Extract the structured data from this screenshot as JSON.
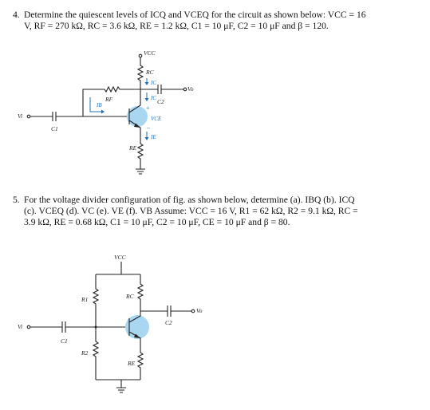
{
  "q4": {
    "number": "4.",
    "line1": "Determine the quiescent levels of ICQ and VCEQ for the circuit as shown below: VCC = 16",
    "line2": "V, RF = 270 kΩ, RC = 3.6 kΩ, RE = 1.2 kΩ, C1 = 10 μF, C2 = 10 μF and β = 120."
  },
  "q5": {
    "number": "5.",
    "line1": "For the voltage divider configuration of fig. as shown below, determine (a). IBQ (b). ICQ",
    "line2": "(c). VCEQ (d). VC (e). VE (f). VB Assume: VCC = 16 V, R1 = 62 kΩ, R2 = 9.1 kΩ, RC =",
    "line3": "3.9 kΩ, RE = 0.68 kΩ, C1 = 10 μF, C2 = 10 μF, CE = 10 μF and β = 80."
  },
  "circuit1": {
    "vcc": "VCC",
    "rc": "RC",
    "rf": "RF",
    "re": "RE",
    "c1": "C1",
    "c2": "C2",
    "vi": "Vi",
    "vo": "Vo",
    "ic_top": "IC",
    "ic": "IC",
    "ib": "IB",
    "ie": "IE",
    "vce": "VCE",
    "plus": "+",
    "minus": "–"
  },
  "circuit2": {
    "vcc": "VCC",
    "r1": "R1",
    "r2": "R2",
    "rc": "RC",
    "re": "RE",
    "c1": "C1",
    "c2": "C2",
    "vi": "Vi",
    "vo": "Vo"
  }
}
